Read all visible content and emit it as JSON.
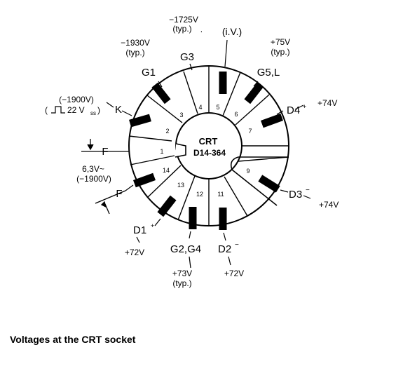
{
  "crt": {
    "title": "CRT",
    "type": "D14-364"
  },
  "pins": [
    {
      "n": "1"
    },
    {
      "n": "2"
    },
    {
      "n": "3"
    },
    {
      "n": "4"
    },
    {
      "n": "5"
    },
    {
      "n": "6"
    },
    {
      "n": "7"
    },
    {
      "n": "9"
    },
    {
      "n": "11"
    },
    {
      "n": "12"
    },
    {
      "n": "13"
    },
    {
      "n": "14"
    }
  ],
  "labels": {
    "g3_voltage": "−1725V",
    "g3_typ": "(typ.)",
    "g3": "G3",
    "iv": "(i.V.)",
    "g1_voltage": "−1930V",
    "g1_typ": "(typ.)",
    "g1": "G1",
    "g5_voltage": "+75V",
    "g5_typ": "(typ.)",
    "g5": "G5,L",
    "k_voltage": "(−1900V)",
    "k_pulse": "22 V",
    "k_pulse_sub": "ss",
    "k": "K",
    "d4": "D4",
    "d4_sup": "+",
    "d4_voltage": "+74V",
    "f_top": "F",
    "heater_voltage": "6,3V~",
    "heater_bias": "(−1900V)",
    "f_bottom": "F",
    "d3": "D3",
    "d3_sup": "−",
    "d3_voltage": "+74V",
    "d1": "D1",
    "d1_sup": "+",
    "d1_voltage": "+72V",
    "g2g4": "G2,G4",
    "g2g4_voltage": "+73V",
    "g2g4_typ": "(typ.)",
    "d2": "D2",
    "d2_sup": "−",
    "d2_voltage": "+72V"
  },
  "caption": "Voltages at the CRT socket"
}
